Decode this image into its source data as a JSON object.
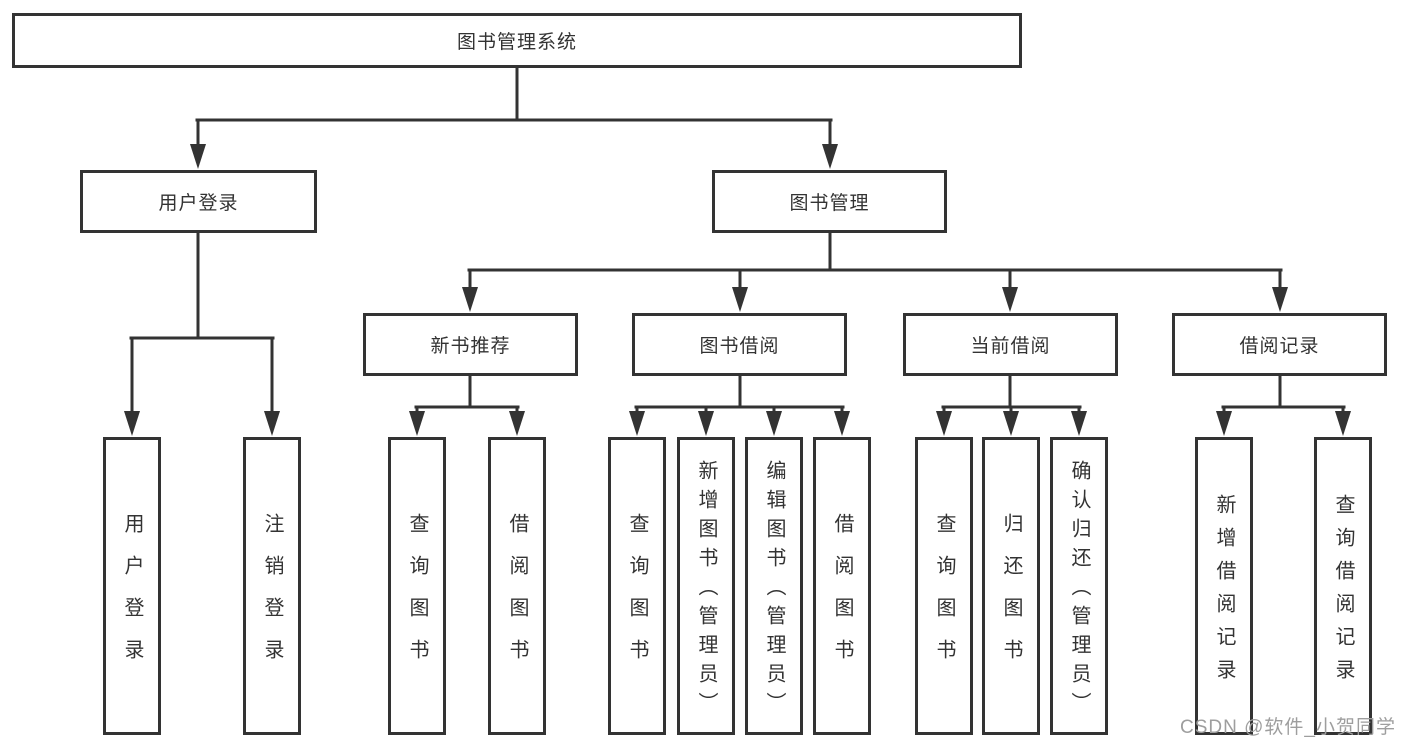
{
  "diagram": {
    "root": {
      "label": "图书管理系统"
    },
    "level2": [
      {
        "label": "用户登录"
      },
      {
        "label": "图书管理"
      }
    ],
    "level3": [
      {
        "label": "新书推荐"
      },
      {
        "label": "图书借阅"
      },
      {
        "label": "当前借阅"
      },
      {
        "label": "借阅记录"
      }
    ],
    "leaves": {
      "user_login": [
        {
          "label": "用户登录"
        },
        {
          "label": "注销登录"
        }
      ],
      "new_book_recommend": [
        {
          "label": "查询图书"
        },
        {
          "label": "借阅图书"
        }
      ],
      "book_borrow": [
        {
          "label": "查询图书"
        },
        {
          "label": "新增图书（管理员）"
        },
        {
          "label": "编辑图书（管理员）"
        },
        {
          "label": "借阅图书"
        }
      ],
      "current_borrow": [
        {
          "label": "查询图书"
        },
        {
          "label": "归还图书"
        },
        {
          "label": "确认归还（管理员）"
        }
      ],
      "borrow_records": [
        {
          "label": "新增借阅记录"
        },
        {
          "label": "查询借阅记录"
        }
      ]
    }
  },
  "watermark": {
    "text": "CSDN @软件_小贺同学"
  },
  "colors": {
    "line": "#333333",
    "text": "#333333",
    "watermark": "#9e9e9e",
    "background": "#ffffff"
  }
}
